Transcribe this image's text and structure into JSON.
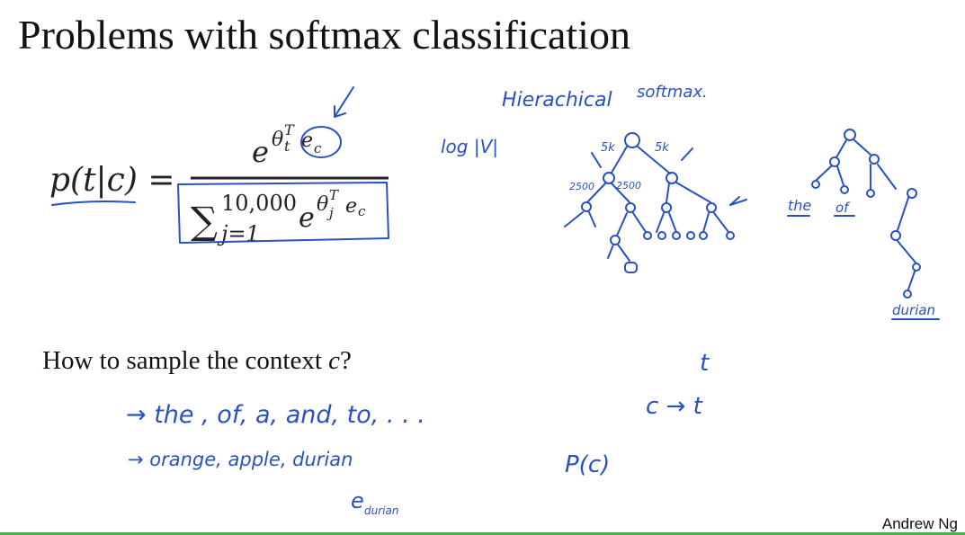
{
  "slide": {
    "title": "Problems with softmax classification",
    "author": "Andrew Ng"
  },
  "formula": {
    "lhs": "p(t|c) =",
    "numerator_base": "e",
    "numerator_exp": "θ",
    "numerator_sub": "t",
    "numerator_sup": "T",
    "numerator_ec": "e",
    "numerator_ec_sub": "c",
    "sum_symbol": "∑",
    "sum_upper": "10,000",
    "sum_lower": "j=1",
    "denominator_base": "e",
    "denominator_exp": "θ",
    "denominator_sub": "j",
    "denominator_sup": "T",
    "denominator_ec": "e",
    "denominator_ec_sub": "c"
  },
  "question": {
    "text": "How to sample the context ",
    "var": "c",
    "end": "?"
  },
  "handwriting": {
    "hierarchical": "Hierachical",
    "softmax": "softmax.",
    "log": "log |V|",
    "five_k_left": "5k",
    "five_k_right": "5k",
    "n2500_left": "2500",
    "n2500_right": "2500",
    "the_label": "the",
    "of_label": "of",
    "durian_label": "durian",
    "t_label": "t",
    "c_to_t": "c → t",
    "list1": "→  the ,  of,  a,  and,  to, . . .",
    "list2": "→  orange,  apple,  durian",
    "p_of_c": "P(c)",
    "e_durian": "e",
    "durian_sub": "durian"
  },
  "colors": {
    "ink": "#2a52be",
    "text": "#111111",
    "bar": "#4caf50"
  }
}
